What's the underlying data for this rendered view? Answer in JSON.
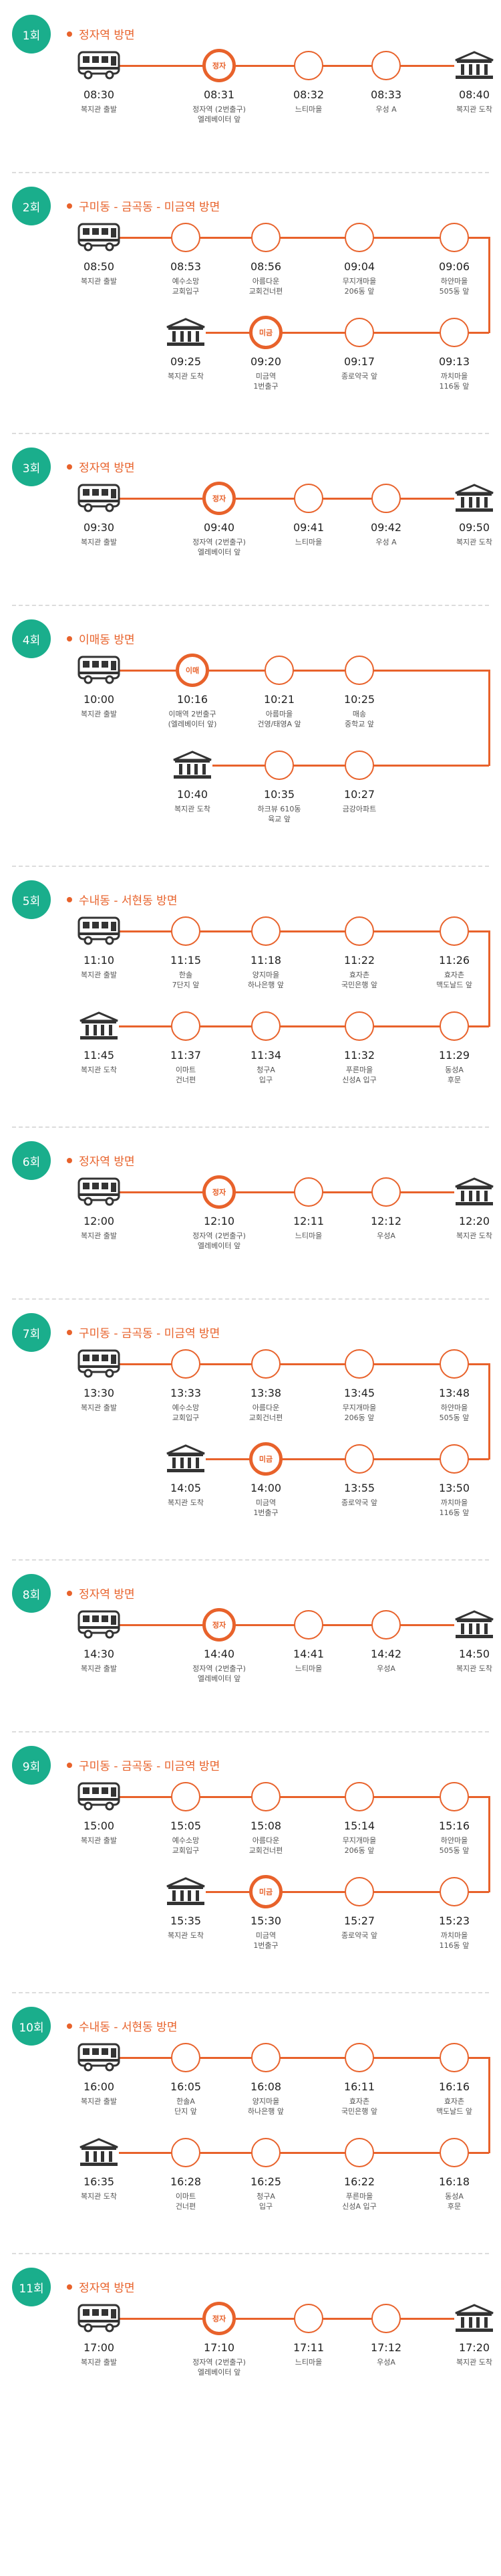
{
  "accent_color": "#e8622b",
  "badge_color": "#1aae8c",
  "icons": {
    "start": "bus-icon",
    "end": "building-icon"
  },
  "rounds": [
    {
      "badge": "1회",
      "route": "정자역 방면",
      "layout": "single",
      "stops": [
        {
          "type": "start",
          "time": "08:30",
          "label": "복지관 출발"
        },
        {
          "type": "major",
          "marker": "정자",
          "time": "08:31",
          "label": "정자역 (2번출구)\n엘레베이터 앞"
        },
        {
          "type": "stop",
          "time": "08:32",
          "label": "느티마을"
        },
        {
          "type": "stop",
          "time": "08:33",
          "label": "우성 A"
        },
        {
          "type": "end",
          "time": "08:40",
          "label": "복지관 도착"
        }
      ]
    },
    {
      "badge": "2회",
      "route": "구미동 - 금곡동 - 미금역 방면",
      "layout": "loop",
      "stops": [
        {
          "type": "start",
          "time": "08:50",
          "label": "복지관 출발"
        },
        {
          "type": "stop",
          "time": "08:53",
          "label": "예수소망\n교회입구"
        },
        {
          "type": "stop",
          "time": "08:56",
          "label": "아름다운\n교회건너편"
        },
        {
          "type": "stop",
          "time": "09:04",
          "label": "무지개마을\n206동 앞"
        },
        {
          "type": "stop",
          "time": "09:06",
          "label": "하얀마을\n505동 앞"
        },
        {
          "type": "stop",
          "time": "09:13",
          "label": "까치마을\n116동 앞"
        },
        {
          "type": "stop",
          "time": "09:17",
          "label": "종로약국 앞"
        },
        {
          "type": "major",
          "marker": "미금",
          "time": "09:20",
          "label": "미금역\n1번출구"
        },
        {
          "type": "end",
          "time": "09:25",
          "label": "복지관 도착"
        }
      ]
    },
    {
      "badge": "3회",
      "route": "정자역 방면",
      "layout": "single",
      "stops": [
        {
          "type": "start",
          "time": "09:30",
          "label": "복지관 출발"
        },
        {
          "type": "major",
          "marker": "정자",
          "time": "09:40",
          "label": "정자역 (2번출구)\n엘레베이터 앞"
        },
        {
          "type": "stop",
          "time": "09:41",
          "label": "느티마을"
        },
        {
          "type": "stop",
          "time": "09:42",
          "label": "우성 A"
        },
        {
          "type": "end",
          "time": "09:50",
          "label": "복지관 도착"
        }
      ]
    },
    {
      "badge": "4회",
      "route": "이매동 방면",
      "layout": "loop",
      "stops": [
        {
          "type": "start",
          "time": "10:00",
          "label": "복지관 출발"
        },
        {
          "type": "major",
          "marker": "이매",
          "time": "10:16",
          "label": "이매역 2번출구\n(엘레베이터 앞)"
        },
        {
          "type": "stop",
          "time": "10:21",
          "label": "아름마을\n건영/태영A 앞"
        },
        {
          "type": "stop",
          "time": "10:25",
          "label": "매송\n중학교 앞"
        },
        {
          "type": "stop",
          "time": "10:27",
          "label": "금강아파트"
        },
        {
          "type": "stop",
          "time": "10:35",
          "label": "하크뷰 610동\n육교 앞"
        },
        {
          "type": "end",
          "time": "10:40",
          "label": "복지관 도착"
        }
      ]
    },
    {
      "badge": "5회",
      "route": "수내동 - 서현동 방면",
      "layout": "loop",
      "stops": [
        {
          "type": "start",
          "time": "11:10",
          "label": "복지관 출발"
        },
        {
          "type": "stop",
          "time": "11:15",
          "label": "한솔\n7단지 앞"
        },
        {
          "type": "stop",
          "time": "11:18",
          "label": "양지마을\n하나은행 앞"
        },
        {
          "type": "stop",
          "time": "11:22",
          "label": "효자촌\n국민은행 앞"
        },
        {
          "type": "stop",
          "time": "11:26",
          "label": "효자촌\n맥도날드 앞"
        },
        {
          "type": "stop",
          "time": "11:29",
          "label": "동성A\n후문"
        },
        {
          "type": "stop",
          "time": "11:32",
          "label": "푸른마을\n신성A 입구"
        },
        {
          "type": "stop",
          "time": "11:34",
          "label": "청구A\n입구"
        },
        {
          "type": "stop",
          "time": "11:37",
          "label": "이마트\n건너편"
        },
        {
          "type": "end",
          "time": "11:45",
          "label": "복지관 도착"
        }
      ]
    },
    {
      "badge": "6회",
      "route": "정자역 방면",
      "layout": "single",
      "stops": [
        {
          "type": "start",
          "time": "12:00",
          "label": "복지관 출발"
        },
        {
          "type": "major",
          "marker": "정자",
          "time": "12:10",
          "label": "정자역 (2번출구)\n엘레베이터 앞"
        },
        {
          "type": "stop",
          "time": "12:11",
          "label": "느티마을"
        },
        {
          "type": "stop",
          "time": "12:12",
          "label": "우성A"
        },
        {
          "type": "end",
          "time": "12:20",
          "label": "복지관 도착"
        }
      ]
    },
    {
      "badge": "7회",
      "route": "구미동 - 금곡동 - 미금역 방면",
      "layout": "loop",
      "stops": [
        {
          "type": "start",
          "time": "13:30",
          "label": "복지관 출발"
        },
        {
          "type": "stop",
          "time": "13:33",
          "label": "예수소망\n교회입구"
        },
        {
          "type": "stop",
          "time": "13:38",
          "label": "아름다운\n교회건너편"
        },
        {
          "type": "stop",
          "time": "13:45",
          "label": "무지개마을\n206동 앞"
        },
        {
          "type": "stop",
          "time": "13:48",
          "label": "하얀마을\n505동 앞"
        },
        {
          "type": "stop",
          "time": "13:50",
          "label": "까치마을\n116동 앞"
        },
        {
          "type": "stop",
          "time": "13:55",
          "label": "종로약국 앞"
        },
        {
          "type": "major",
          "marker": "미금",
          "time": "14:00",
          "label": "미금역\n1번출구"
        },
        {
          "type": "end",
          "time": "14:05",
          "label": "복지관 도착"
        }
      ]
    },
    {
      "badge": "8회",
      "route": "정자역 방면",
      "layout": "single",
      "stops": [
        {
          "type": "start",
          "time": "14:30",
          "label": "복지관 출발"
        },
        {
          "type": "major",
          "marker": "정자",
          "time": "14:40",
          "label": "정자역 (2번출구)\n엘레베이터 앞"
        },
        {
          "type": "stop",
          "time": "14:41",
          "label": "느티마을"
        },
        {
          "type": "stop",
          "time": "14:42",
          "label": "우성A"
        },
        {
          "type": "end",
          "time": "14:50",
          "label": "복지관 도착"
        }
      ]
    },
    {
      "badge": "9회",
      "route": "구미동 - 금곡동 - 미금역 방면",
      "layout": "loop",
      "stops": [
        {
          "type": "start",
          "time": "15:00",
          "label": "복지관 출발"
        },
        {
          "type": "stop",
          "time": "15:05",
          "label": "예수소망\n교회입구"
        },
        {
          "type": "stop",
          "time": "15:08",
          "label": "아름다운\n교회건너편"
        },
        {
          "type": "stop",
          "time": "15:14",
          "label": "무지개마을\n206동 앞"
        },
        {
          "type": "stop",
          "time": "15:16",
          "label": "하얀마을\n505동 앞"
        },
        {
          "type": "stop",
          "time": "15:23",
          "label": "까치마을\n116동 앞"
        },
        {
          "type": "stop",
          "time": "15:27",
          "label": "종로약국 앞"
        },
        {
          "type": "major",
          "marker": "미금",
          "time": "15:30",
          "label": "미금역\n1번출구"
        },
        {
          "type": "end",
          "time": "15:35",
          "label": "복지관 도착"
        }
      ]
    },
    {
      "badge": "10회",
      "route": "수내동 - 서현동 방면",
      "layout": "loop",
      "stops": [
        {
          "type": "start",
          "time": "16:00",
          "label": "복지관 출발"
        },
        {
          "type": "stop",
          "time": "16:05",
          "label": "한솔A\n단지 앞"
        },
        {
          "type": "stop",
          "time": "16:08",
          "label": "양지마을\n하나은행 앞"
        },
        {
          "type": "stop",
          "time": "16:11",
          "label": "효자촌\n국민은행 앞"
        },
        {
          "type": "stop",
          "time": "16:16",
          "label": "효자촌\n맥도날드 앞"
        },
        {
          "type": "stop",
          "time": "16:18",
          "label": "동성A\n후문"
        },
        {
          "type": "stop",
          "time": "16:22",
          "label": "푸른마을\n신성A 입구"
        },
        {
          "type": "stop",
          "time": "16:25",
          "label": "청구A\n입구"
        },
        {
          "type": "stop",
          "time": "16:28",
          "label": "이마트\n건너편"
        },
        {
          "type": "end",
          "time": "16:35",
          "label": "복지관 도착"
        }
      ]
    },
    {
      "badge": "11회",
      "route": "정자역 방면",
      "layout": "single",
      "stops": [
        {
          "type": "start",
          "time": "17:00",
          "label": "복지관 출발"
        },
        {
          "type": "major",
          "marker": "정자",
          "time": "17:10",
          "label": "정자역 (2번출구)\n엘레베이터 앞"
        },
        {
          "type": "stop",
          "time": "17:11",
          "label": "느티마을"
        },
        {
          "type": "stop",
          "time": "17:12",
          "label": "우성A"
        },
        {
          "type": "end",
          "time": "17:20",
          "label": "복지관 도착"
        }
      ]
    }
  ]
}
